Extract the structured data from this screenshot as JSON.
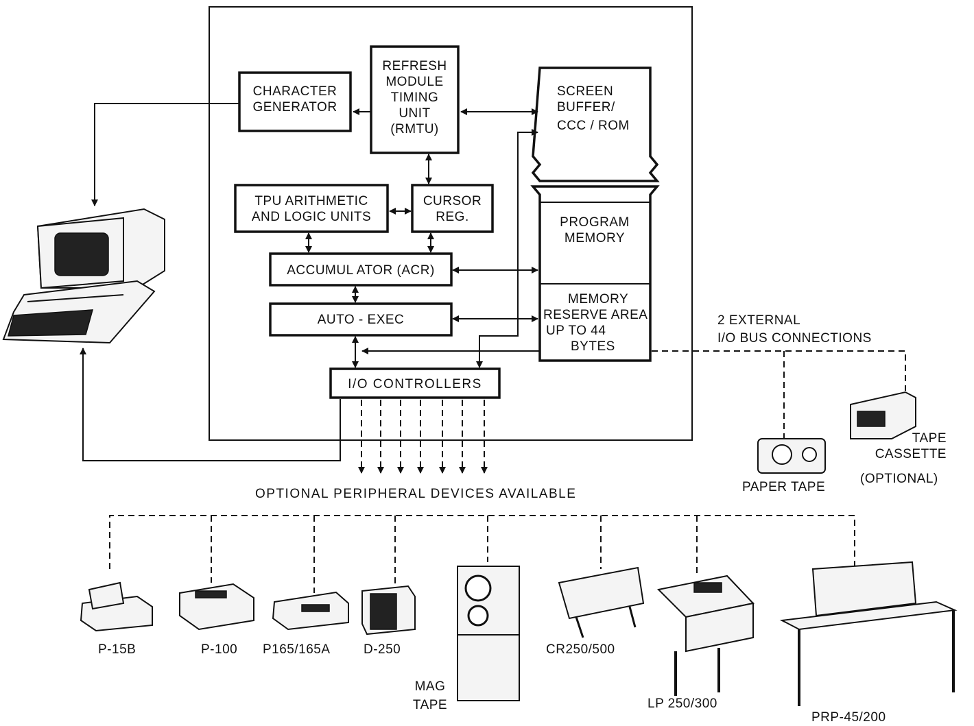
{
  "blocks": {
    "character_generator": [
      "CHARACTER",
      "GENERATOR"
    ],
    "rmtu": [
      "REFRESH",
      "MODULE",
      "TIMING",
      "UNIT",
      "(RMTU)"
    ],
    "screen_buffer": [
      "SCREEN",
      "BUFFER/",
      "CCC / ROM"
    ],
    "tpu": [
      "TPU ARITHMETIC",
      "AND LOGIC UNITS"
    ],
    "cursor_reg": [
      "CURSOR",
      "REG."
    ],
    "program_memory": [
      "PROGRAM",
      "MEMORY"
    ],
    "accumulator": "ACCUMUL ATOR (ACR)",
    "auto_exec": "AUTO - EXEC",
    "memory_reserve": [
      "MEMORY",
      "RESERVE AREA",
      "UP TO 44",
      "BYTES"
    ],
    "io_controllers": "I/O CONTROLLERS"
  },
  "external_bus_label": [
    "2 EXTERNAL",
    "I/O BUS CONNECTIONS"
  ],
  "optional_peripherals_label": "OPTIONAL PERIPHERAL DEVICES AVAILABLE",
  "external_devices": {
    "paper_tape": "PAPER TAPE",
    "tape_cassette": [
      "TAPE",
      "CASSETTE"
    ],
    "optional": "(OPTIONAL)"
  },
  "peripherals": {
    "p15b": "P-15B",
    "p100": "P-100",
    "p165": "P165/165A",
    "d250": "D-250",
    "mag_tape": [
      "MAG",
      "TAPE"
    ],
    "cr250": "CR250/500",
    "lp250": "LP 250/300",
    "prp45": "PRP-45/200"
  }
}
